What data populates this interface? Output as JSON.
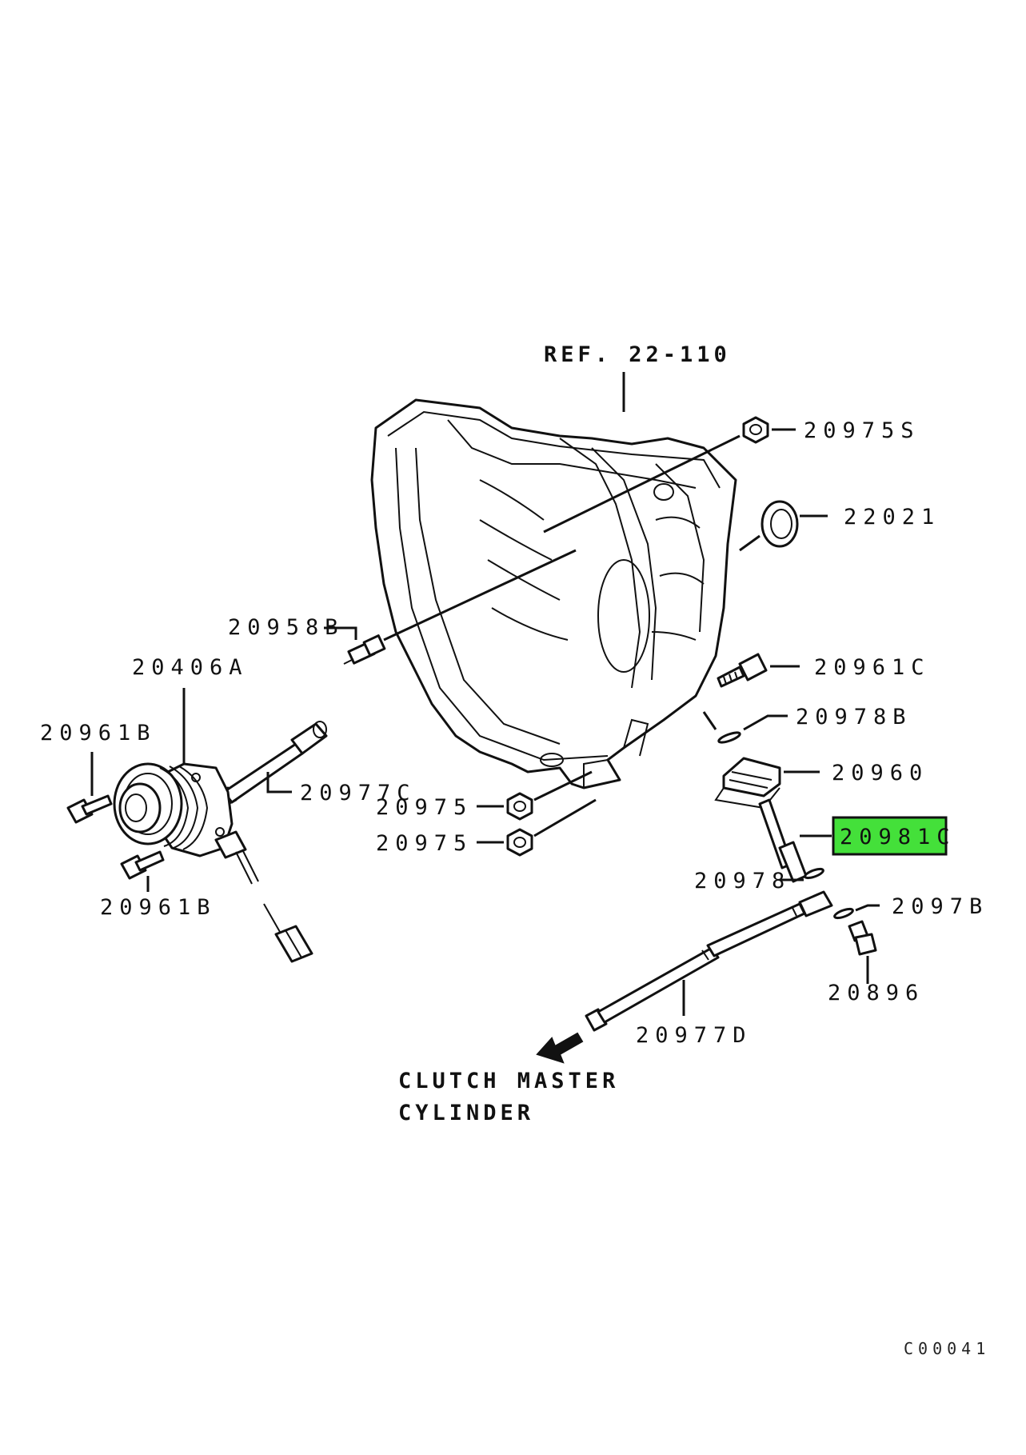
{
  "colors": {
    "highlight": "#44e03a",
    "ink": "#111111",
    "background": "#ffffff"
  },
  "labels": {
    "ref": "REF. 22-110",
    "p20975S": "20975S",
    "p22021": "22021",
    "p20958B": "20958B",
    "p20406A": "20406A",
    "p20977C": "20977C",
    "p20961B_top": "20961B",
    "p20961B_bottom": "20961B",
    "p20961C": "20961C",
    "p20978B": "20978B",
    "p20960": "20960",
    "p20981C": "20981C",
    "p20975_a": "20975",
    "p20975_b": "20975",
    "p20978": "20978",
    "p2097B": "2097B",
    "p20896": "20896",
    "p20977D": "20977D",
    "clutch_line1": "CLUTCH MASTER",
    "clutch_line2": "CYLINDER",
    "diagram_code": "C00041"
  },
  "highlighted_part": "20981C"
}
